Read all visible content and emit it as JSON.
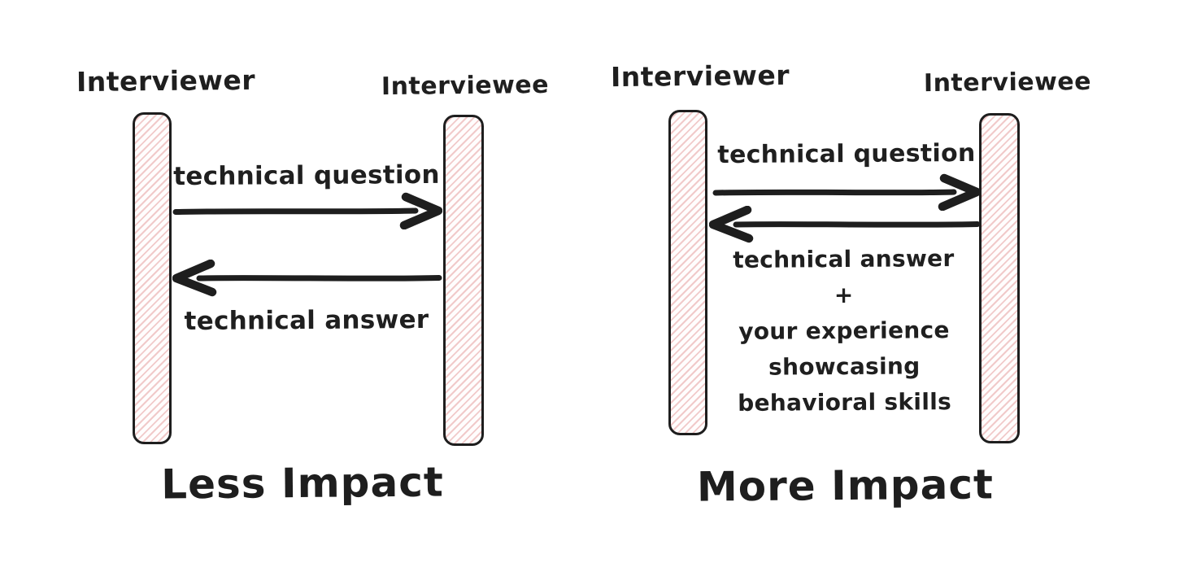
{
  "diagram": {
    "type": "sequence-comparison",
    "colors": {
      "ink": "#1e1e1e",
      "lifeline_hatch_pink": "#f1caca",
      "background": "#ffffff"
    },
    "left_panel": {
      "interviewer_label": "Interviewer",
      "interviewee_label": "Interviewee",
      "question_label": "technical question",
      "answer_label": "technical answer",
      "caption": "Less Impact"
    },
    "right_panel": {
      "interviewer_label": "Interviewer",
      "interviewee_label": "Interviewee",
      "question_label": "technical question",
      "answer_lines": [
        "technical answer",
        "+",
        "your experience",
        "showcasing",
        "behavioral skills"
      ],
      "caption": "More Impact"
    }
  }
}
